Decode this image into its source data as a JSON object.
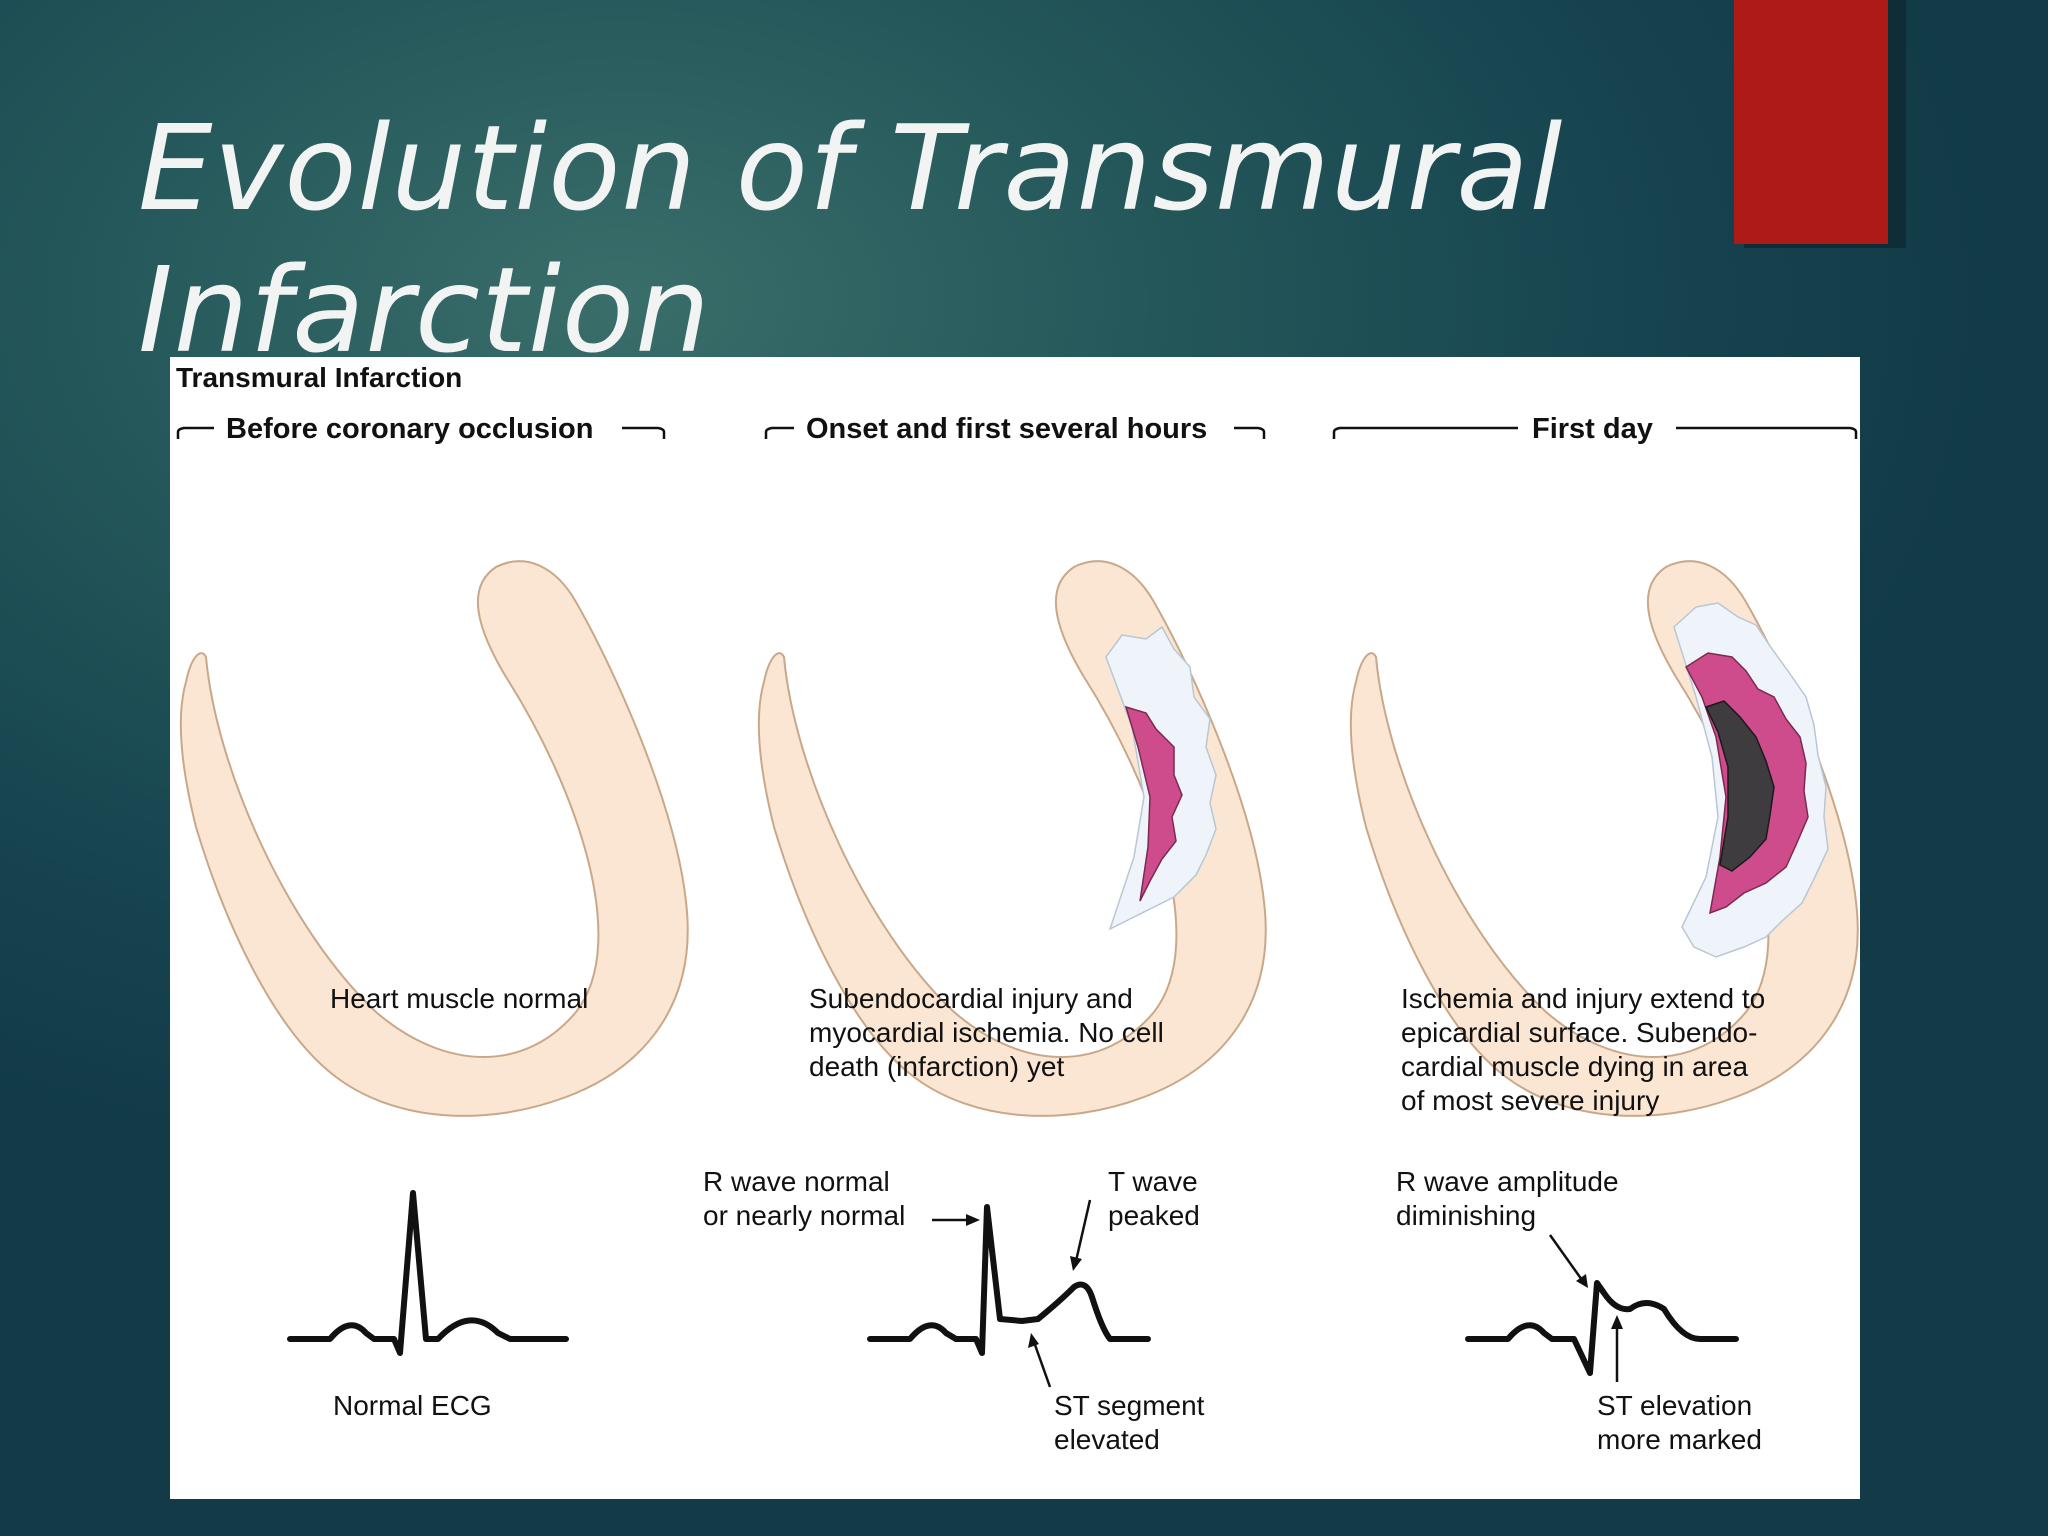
{
  "slide": {
    "title_line1": "Evolution of Transmural",
    "title_line2": "Infarction"
  },
  "figure": {
    "heading": "Transmural Infarction",
    "stages": [
      {
        "label": "Before coronary occlusion",
        "caption": [
          "Heart muscle normal"
        ],
        "ecg_labels": [
          "Normal ECG"
        ]
      },
      {
        "label": "Onset and first several hours",
        "caption": [
          "Subendocardial injury and",
          "myocardial ischemia.  No cell",
          "death (infarction) yet"
        ],
        "ecg_labels": [
          "R wave normal",
          "or nearly normal",
          "T wave",
          "peaked",
          "ST segment",
          "elevated"
        ]
      },
      {
        "label": "First day",
        "caption": [
          "Ischemia and injury extend to",
          "epicardial surface.  Subendo-",
          "cardial muscle dying in area",
          "of most severe injury"
        ],
        "ecg_labels": [
          "R wave amplitude",
          "diminishing",
          "ST elevation",
          "more marked"
        ]
      }
    ]
  },
  "colors": {
    "muscle": "#fbe6d4",
    "injury": "#cf4c8c",
    "ischemia": "#eef4fa",
    "necrosis": "#3e3c3f",
    "accent": "#ad1a17"
  }
}
